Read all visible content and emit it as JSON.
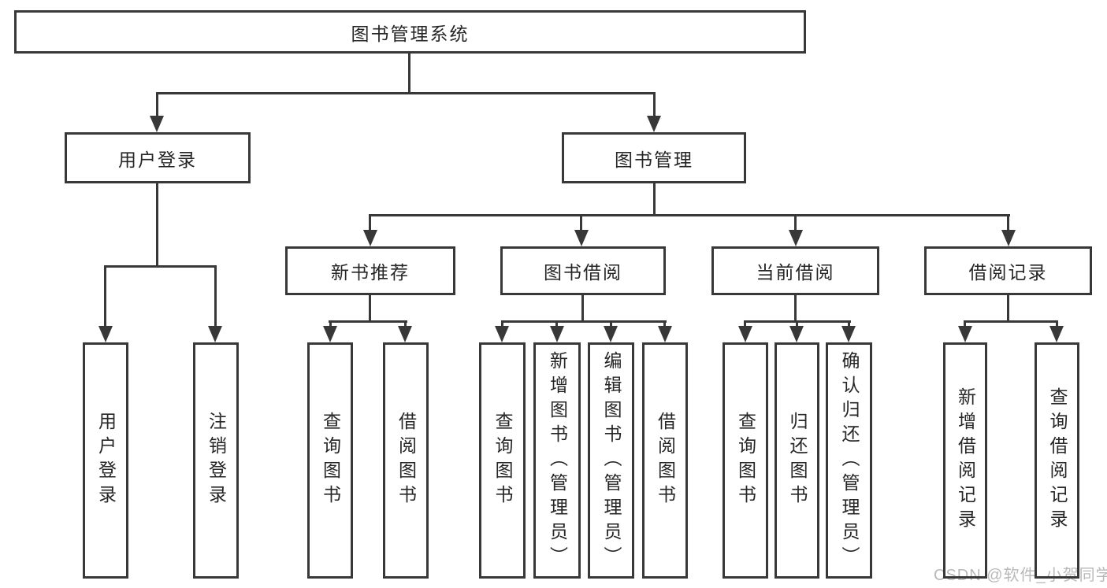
{
  "watermark": "CSDN @软件_小贺同学",
  "colors": {
    "line": "#383838",
    "text": "#262626",
    "watermark": "#b9b9b9",
    "background": "#ffffff"
  },
  "tree": {
    "label": "图书管理系统",
    "children": [
      {
        "label": "用户登录",
        "children": [
          {
            "label": "用户登录"
          },
          {
            "label": "注销登录"
          }
        ]
      },
      {
        "label": "图书管理",
        "children": [
          {
            "label": "新书推荐",
            "children": [
              {
                "label": "查询图书"
              },
              {
                "label": "借阅图书"
              }
            ]
          },
          {
            "label": "图书借阅",
            "children": [
              {
                "label": "查询图书"
              },
              {
                "label": "新增图书（管理员）"
              },
              {
                "label": "编辑图书（管理员）"
              },
              {
                "label": "借阅图书"
              }
            ]
          },
          {
            "label": "当前借阅",
            "children": [
              {
                "label": "查询图书"
              },
              {
                "label": "归还图书"
              },
              {
                "label": "确认归还（管理员）"
              }
            ]
          },
          {
            "label": "借阅记录",
            "children": [
              {
                "label": "新增借阅记录"
              },
              {
                "label": "查询借阅记录"
              }
            ]
          }
        ]
      }
    ]
  }
}
